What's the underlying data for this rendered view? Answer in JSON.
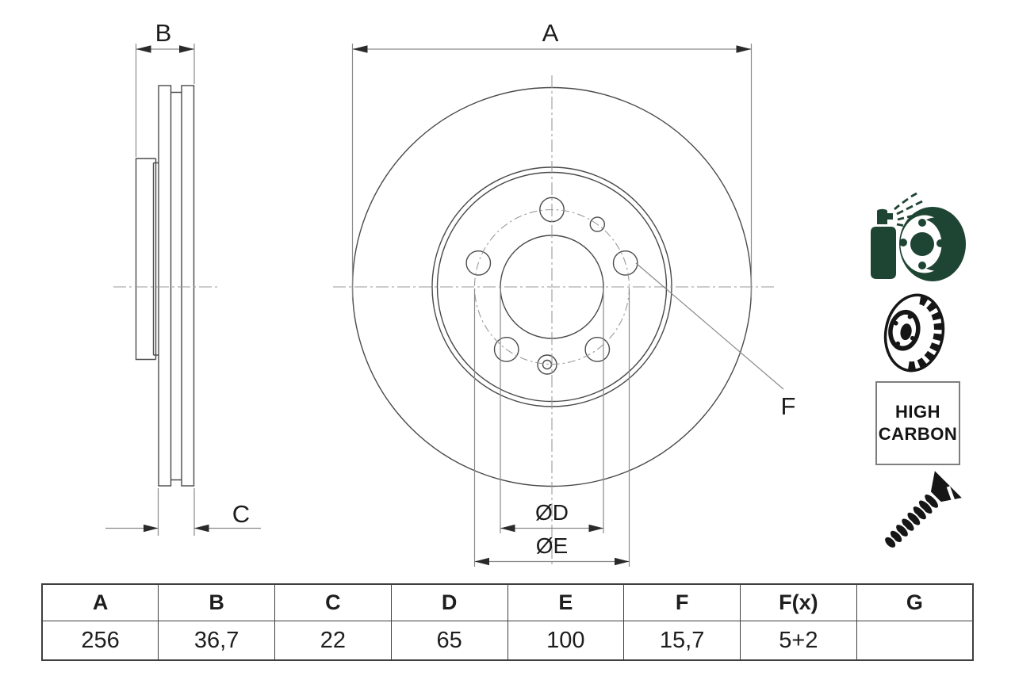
{
  "drawing": {
    "type": "brake-disc-technical-drawing",
    "labels": {
      "a": "A",
      "b": "B",
      "c": "C",
      "od": "ØD",
      "oe": "ØE",
      "f": "F"
    }
  },
  "icons": {
    "coated_disc_icon": "spray-can-coating-disc",
    "vented_disc_icon": "vented-brake-disc",
    "screw_icon": "countersunk-screw",
    "high_carbon": {
      "line1": "HIGH",
      "line2": "CARBON"
    }
  },
  "table": {
    "headers": [
      "A",
      "B",
      "C",
      "D",
      "E",
      "F",
      "F(x)",
      "G"
    ],
    "values": [
      "256",
      "36,7",
      "22",
      "65",
      "100",
      "15,7",
      "5+2",
      ""
    ]
  },
  "colors": {
    "background": "#ffffff",
    "object_line": "#4a4a4a",
    "dimension_line": "#8a8a8a",
    "centerline": "#9a9a9a",
    "label_text": "#1c1c1c",
    "icon_green": "#1e4433",
    "icon_black": "#161616",
    "table_border": "#3f3f3f"
  }
}
